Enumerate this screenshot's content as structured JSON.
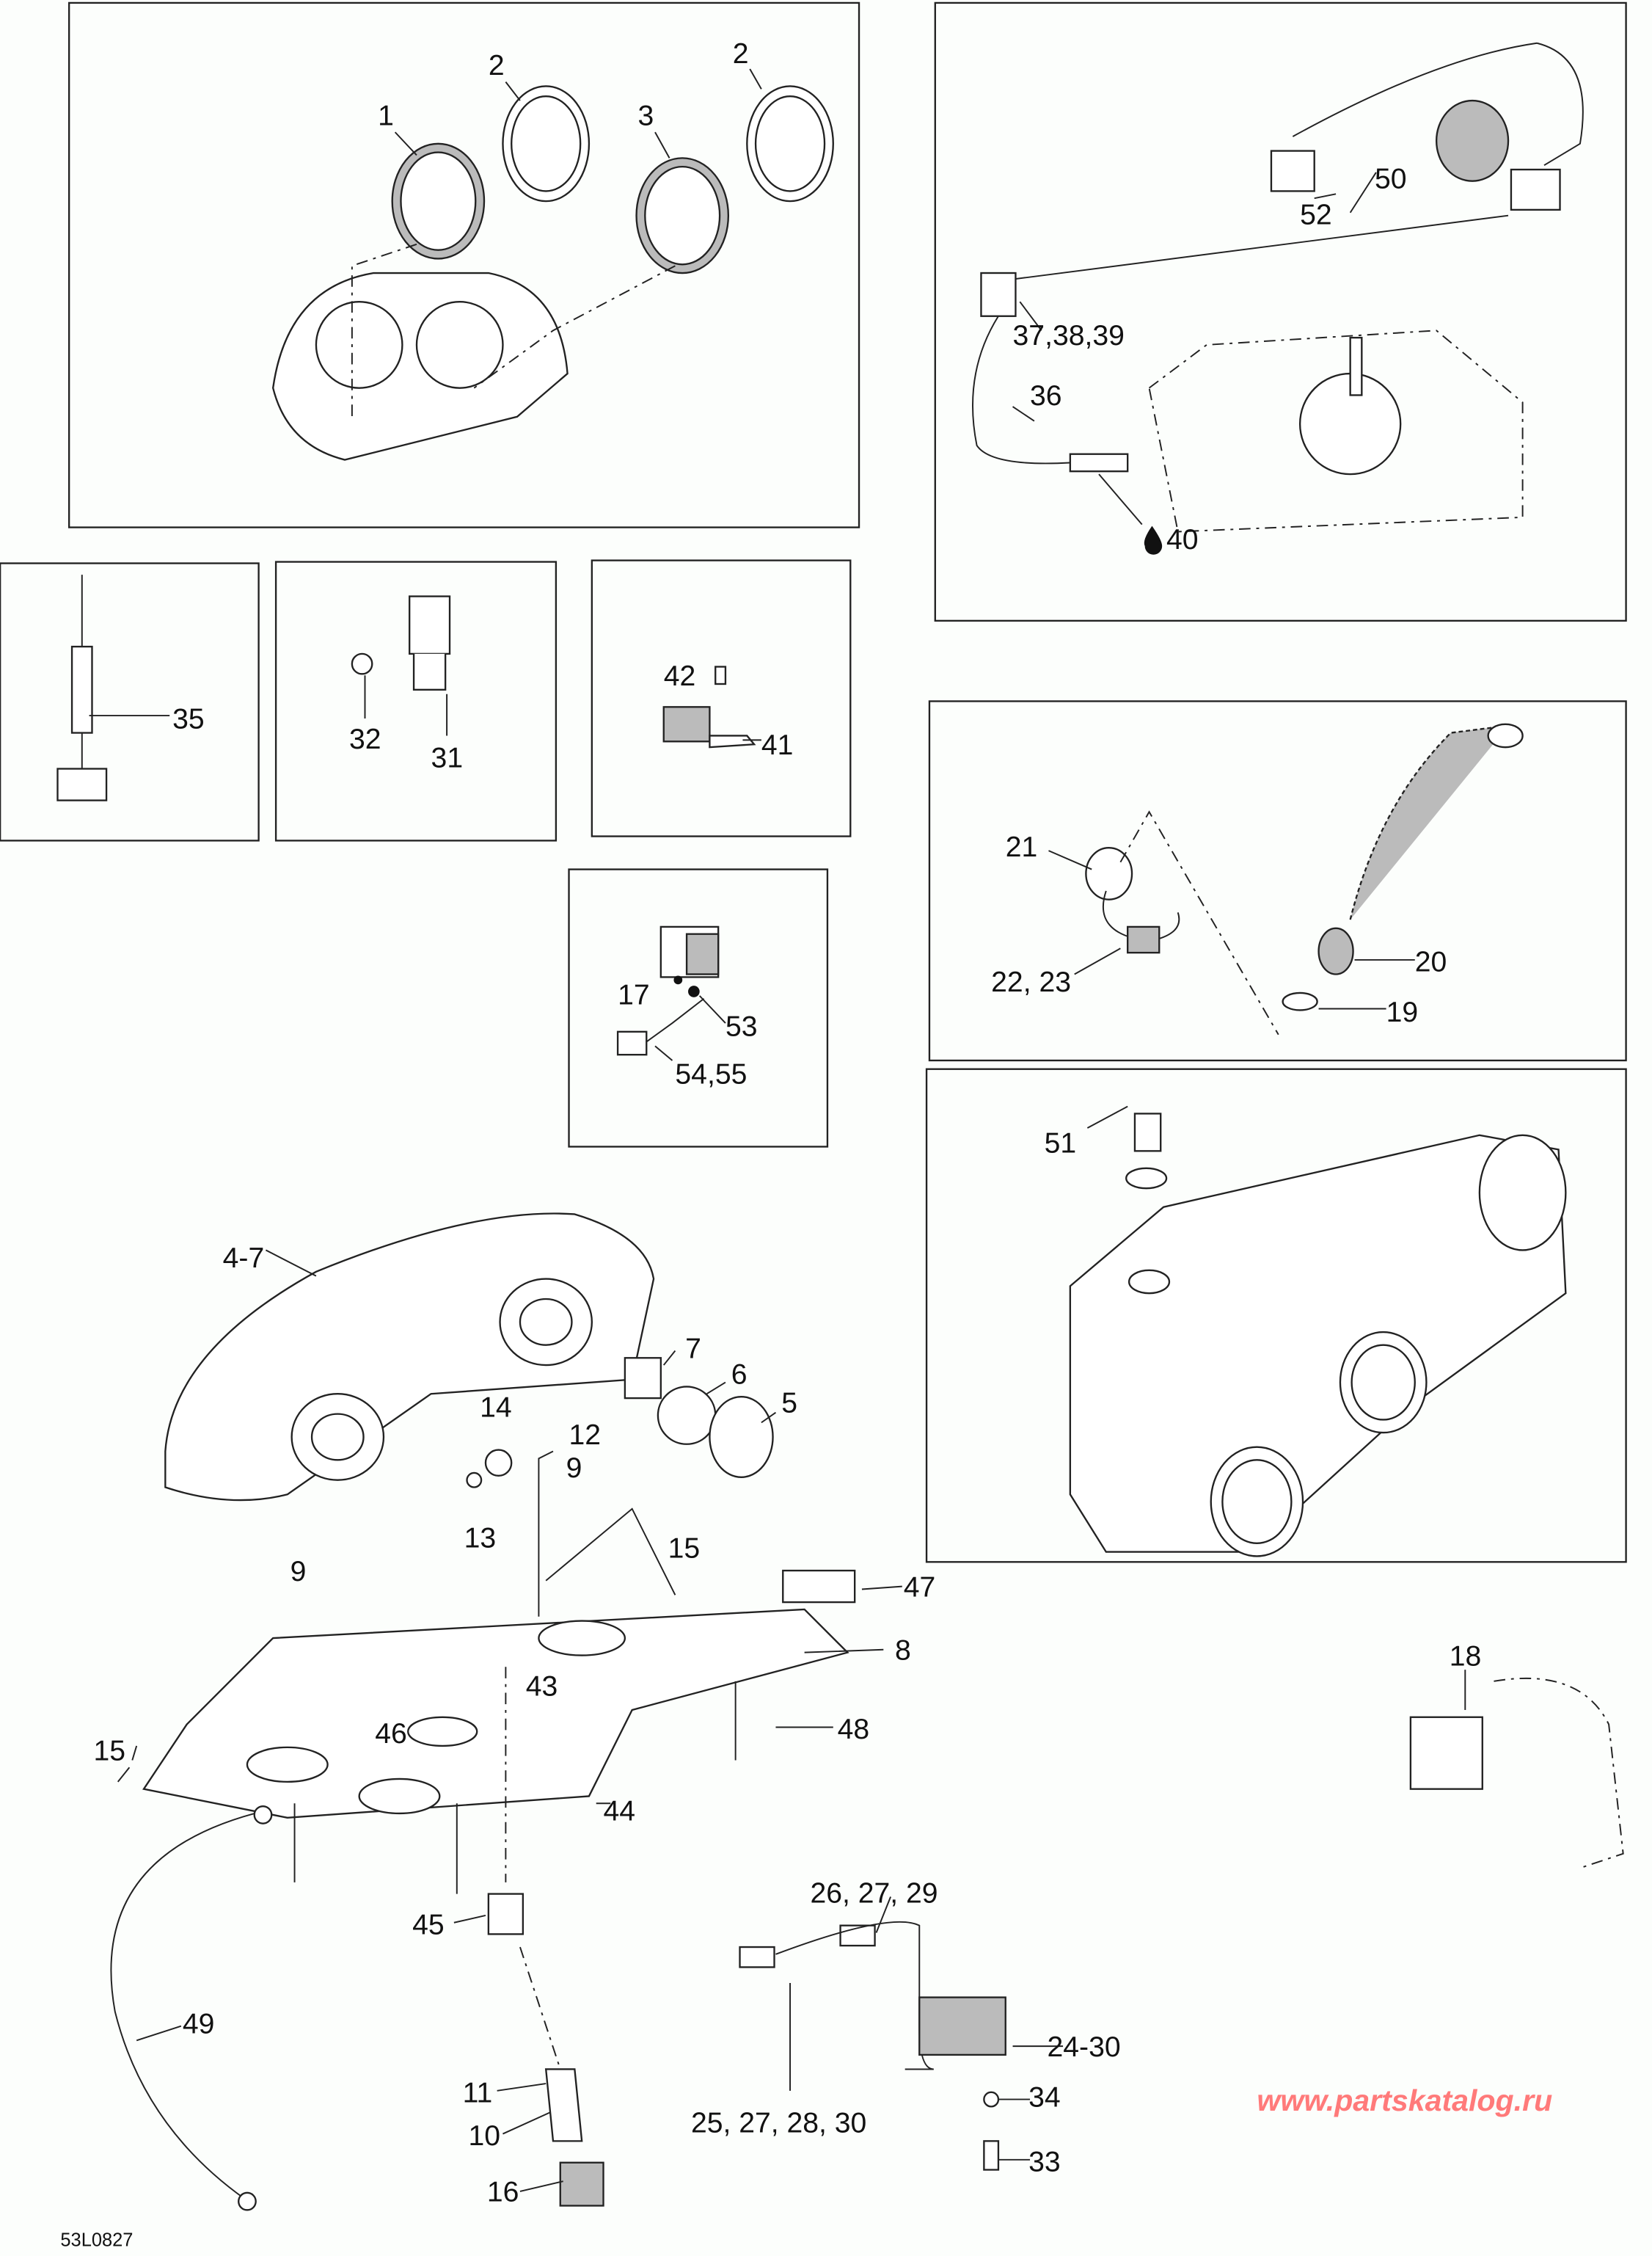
{
  "diagram": {
    "drawing_code": "53L0827",
    "watermark": "www.partskatalog.ru",
    "panels": {
      "gauges": {
        "labels": [
          "1",
          "2",
          "3",
          "2"
        ]
      },
      "sensor_harness": {
        "labels": [
          "50",
          "52",
          "37,38,39",
          "36",
          "40"
        ]
      },
      "sender": {
        "labels": [
          "35"
        ]
      },
      "bracket": {
        "labels": [
          "32",
          "31"
        ]
      },
      "relay": {
        "labels": [
          "42",
          "41"
        ]
      },
      "solenoid": {
        "labels": [
          "17",
          "53",
          "54,55"
        ]
      },
      "tether_switch": {
        "labels": [
          "21",
          "22, 23",
          "20",
          "19"
        ]
      },
      "airbox_sensor": {
        "labels": [
          "51"
        ]
      }
    },
    "loose_parts": {
      "labels": [
        "4-7",
        "7",
        "6",
        "5",
        "14",
        "12",
        "9",
        "13",
        "15",
        "47",
        "9",
        "8",
        "43",
        "46",
        "48",
        "15",
        "44",
        "18",
        "26, 27, 29",
        "45",
        "49",
        "24-30",
        "11",
        "10",
        "25, 27, 28, 30",
        "34",
        "33",
        "16"
      ]
    },
    "icons": {
      "oil_drop": "oil-drop-icon"
    }
  }
}
